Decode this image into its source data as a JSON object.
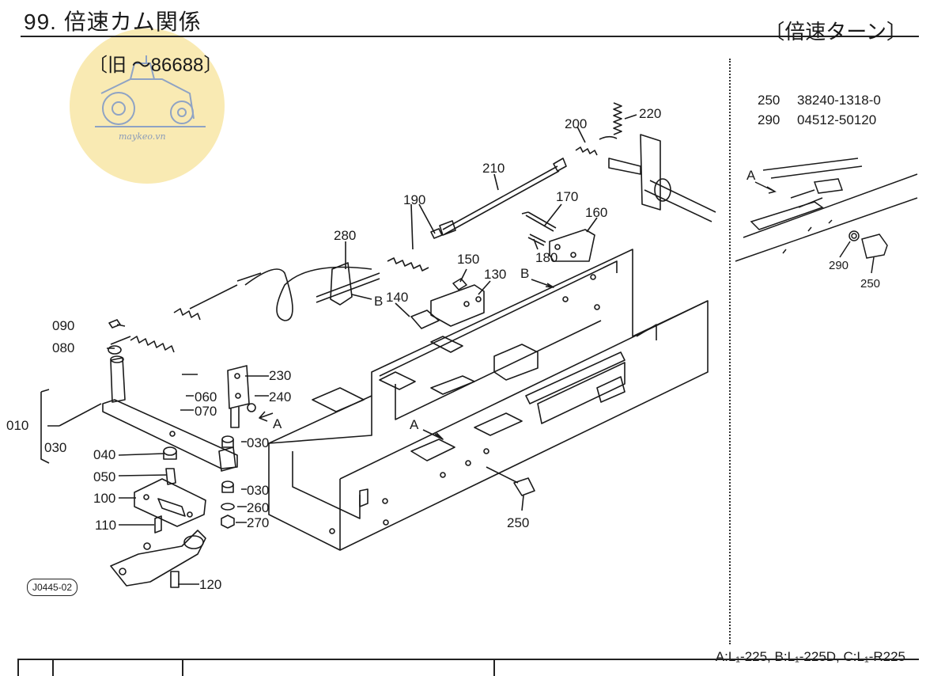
{
  "header": {
    "title": "99. 倍速カム関係",
    "right": "〔倍速ターン〕",
    "subtitle": "〔旧 ～86688〕"
  },
  "watermark": {
    "text": "maykeo.vn"
  },
  "labels": {
    "l010": "010",
    "l030a": "030",
    "l040": "040",
    "l050": "050",
    "l060": "060",
    "l070": "070",
    "l080": "080",
    "l090": "090",
    "l100": "100",
    "l110": "110",
    "l120": "120",
    "l130": "130",
    "l140": "140",
    "l150": "150",
    "l160": "160",
    "l170": "170",
    "l180": "180",
    "l190": "190",
    "l200": "200",
    "l210": "210",
    "l220": "220",
    "l230": "230",
    "l240": "240",
    "l250": "250",
    "l260": "260",
    "l270": "270",
    "l280": "280",
    "l030b": "030",
    "l030c": "030",
    "lA1": "A",
    "lA2": "A",
    "lB1": "B",
    "lB2": "B",
    "inset_A": "A",
    "inset_290": "290",
    "inset_250": "250"
  },
  "legend": [
    {
      "ref": "250",
      "part": "38240-1318-0"
    },
    {
      "ref": "290",
      "part": "04512-50120"
    }
  ],
  "diagram_code": "J0445-02",
  "footer_note": "A:L₁-225, B:L₁-225D, C:L₁-R225",
  "colors": {
    "line": "#1a1a1a",
    "watermark": "#f8e6a6"
  }
}
